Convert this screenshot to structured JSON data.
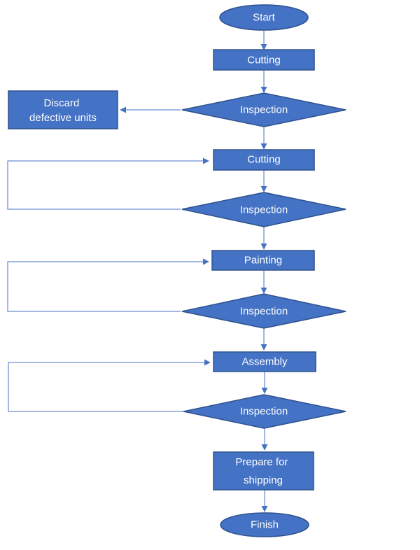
{
  "flowchart": {
    "start": "Start",
    "cutting_1": "Cutting",
    "inspection_1": "Inspection",
    "discard": [
      "Discard",
      "defective units"
    ],
    "cutting_2": "Cutting",
    "inspection_2": "Inspection",
    "painting": "Painting",
    "inspection_3": "Inspection",
    "assembly": "Assembly",
    "inspection_4": "Inspection",
    "prepare": [
      "Prepare for",
      "shipping"
    ],
    "finish": "Finish"
  },
  "colors": {
    "node_fill": "#4472c4",
    "node_border": "#2f528f",
    "connector": "#4472c4",
    "label_text": "#ffffff"
  }
}
